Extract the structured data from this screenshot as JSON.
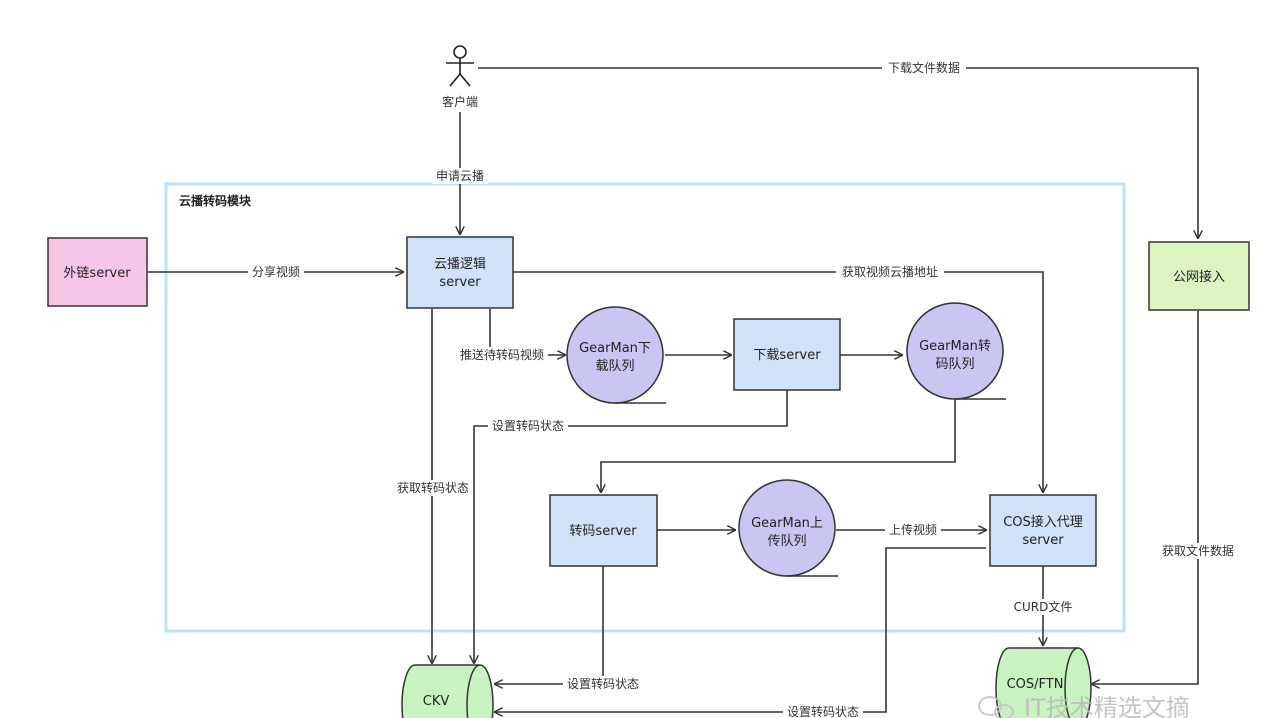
{
  "module": {
    "title": "云播转码模块"
  },
  "nodes": {
    "client": "客户端",
    "external": "外链server",
    "logic": [
      "云播逻辑",
      "server"
    ],
    "download_queue": [
      "GearMan下",
      "载队列"
    ],
    "download_server": "下载server",
    "transcode_queue": [
      "GearMan转",
      "码队列"
    ],
    "transcode_server": "转码server",
    "upload_queue": [
      "GearMan上",
      "传队列"
    ],
    "cos_proxy": [
      "COS接入代理",
      "server"
    ],
    "public_access": "公网接入",
    "ckv": "CKV",
    "cos_ftn": "COS/FTN"
  },
  "edges": {
    "download_file_data": "下载文件数据",
    "apply_cloud_play": "申请云播",
    "share_video": "分享视频",
    "get_play_address": "获取视频云播地址",
    "push_pending": "推送待转码视频",
    "set_status_1": "设置转码状态",
    "get_status": "获取转码状态",
    "upload_video": "上传视频",
    "curd_file": "CURD文件",
    "get_file_data": "获取文件数据",
    "set_status_2": "设置转码状态",
    "set_status_3": "设置转码状态"
  },
  "colors": {
    "server_fill": "#cfe2f7",
    "queue_fill": "#c9c6f2",
    "db_fill": "#c8f3c0",
    "external_fill": "#f7c6e6",
    "public_fill": "#dcf5c0",
    "module_border": "#bfe0f5"
  },
  "watermark": "IT技术精选文摘"
}
